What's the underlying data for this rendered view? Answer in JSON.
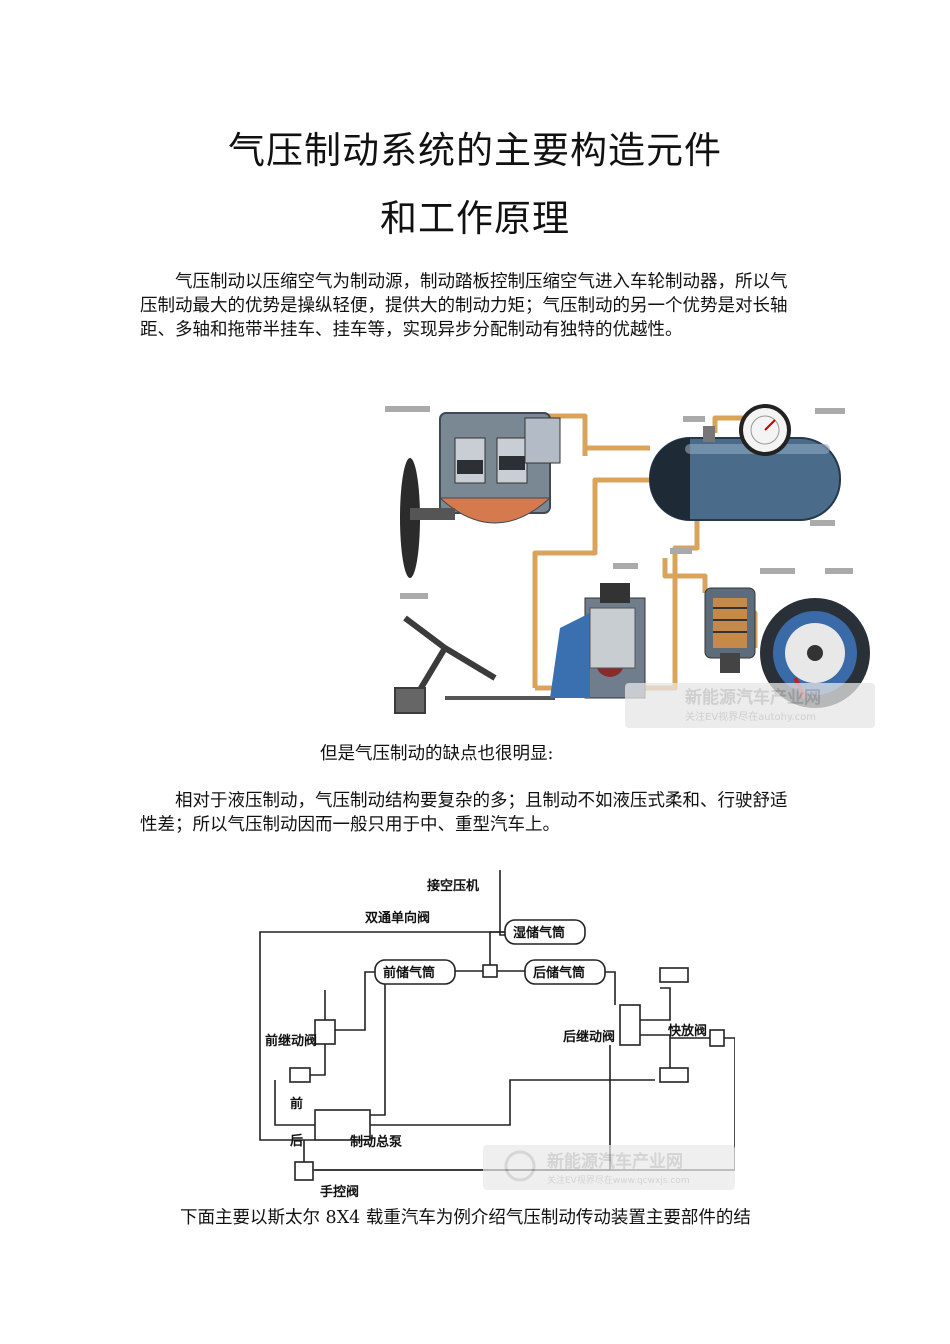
{
  "document": {
    "title_line1": "气压制动系统的主要构造元件",
    "title_line2": "和工作原理",
    "para1": "气压制动以压缩空气为制动源，制动踏板控制压缩空气进入车轮制动器，所以气压制动最大的优势是操纵轻便，提供大的制动力矩；气压制动的另一个优势是对长轴距、多轴和拖带半挂车、挂车等，实现异步分配制动有独特的优越性。",
    "para2": "但是气压制动的缺点也很明显:",
    "para3": "相对于液压制动，气压制动结构要复杂的多；且制动不如液压式柔和、行驶舒适性差；所以气压制动因而一般只用于中、重型汽车上。",
    "para4": "下面主要以斯太尔 8X4 载重汽车为例介绍气压制动传动装置主要部件的结"
  },
  "figure1": {
    "watermark_cn": "新能源汽车产业网",
    "watermark_sub": "关注EV视界尽在autohy.com"
  },
  "figure2": {
    "labels": {
      "compressor": "接空压机",
      "dual_check_valve": "双通单向阀",
      "wet_tank": "湿储气筒",
      "front_tank": "前储气筒",
      "rear_tank": "后储气筒",
      "front_relay": "前继动阀",
      "rear_relay": "后继动阀",
      "quick_release": "快放阀",
      "front": "前",
      "rear": "后",
      "brake_master": "制动总泵",
      "hand_valve": "手控阀"
    },
    "watermark_cn": "新能源汽车产业网",
    "watermark_sub": "关注EV视界尽在www.qcwxjs.com"
  }
}
